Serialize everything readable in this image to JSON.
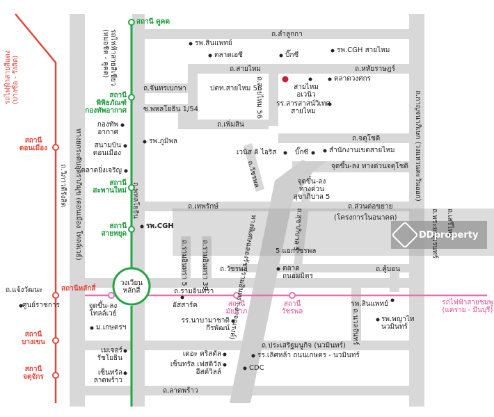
{
  "stations_green": [
    {
      "id": "kukot",
      "label": "สถานี คูคต"
    },
    {
      "id": "museum",
      "label": "สถานี\nพิพิธภัณฑ์\nกองทัพอากาศ"
    },
    {
      "id": "saphan_mai",
      "label": "สถานี\nสะพานใหม่"
    },
    {
      "id": "sai_yut",
      "label": "สถานี\nสายหยุด"
    },
    {
      "id": "lak_si",
      "label": "สถานีหลักสี่"
    }
  ],
  "stations_red": [
    {
      "id": "don_mueang",
      "label": "สถานี\nดอนเมือง"
    },
    {
      "id": "bang_khen",
      "label": "สถานี\nบางเขน"
    },
    {
      "id": "chatuchak",
      "label": "สถานี\nจตุจักร"
    }
  ],
  "stations_pink": [
    {
      "id": "mu_lak",
      "label": "สถานี\nมัยลาภ"
    },
    {
      "id": "wacharaphon",
      "label": "สถานี\nวัชรพล"
    }
  ],
  "lines": {
    "red_line": "รถไฟฟ้าสายสีแดง\n(บางซื่อ - รังสิต)",
    "green_line": "รถไฟฟ้าสายสีเขียว\n(หมอชิต - คูคต)",
    "pink_line": "รถไฟฟ้าสายชมพู\n(แคราย - มีนบุรี)"
  },
  "roads": {
    "lam_luk_ka": "ถ.ลำลูกกา",
    "sai_mai": "ถ.สายไหม",
    "hathai_rat": "ถ.หทัยราษฎร์",
    "chanthra": "ถ.จันทรเบกษา",
    "phahon_1_54": "ซ.พหลโยธิน 1/54",
    "sai_mai_56": "ถ.สายไหม 56",
    "phermsin": "ถ.เพิ่มสิน",
    "chotchai": "ถ.จตุโชติ",
    "jotchai_exit": "จุดขึ้น-ลง ทางด่วนจตุโชติ",
    "wacharaphon_road": "ถ.วัชรพล",
    "expressway_exit": "จุดขึ้น-ลง\nทางด่วน\nสุขาภิบาล 5",
    "thephaks": "ถ.เทพรักษ์",
    "extension": "ถ.ส่วนต่อขยาย",
    "project": "(โครงการในอนาคต)",
    "sukhaphiban_5": "ถ.สุขาภิบาล 5",
    "five_way": "5 แยกวัชรพล",
    "wacharaphon_2": "ถ.วัชรพล",
    "ram_inthra": "ถ.รามอินทรา",
    "ram_inthra_5": "ถ.รามอินทรา 5",
    "ram_inthra_39": "ถ.รามอินทรา 39",
    "khu_bon": "ถ.คู้บอน",
    "phahon_yothin": "ถ.พหลโยธิน",
    "wiphawadi": "ถ.วิภาวดีรังสิต",
    "don_mueang_tollway": "ทางยกระดับอุตราภิมุข (ดอนเมือง โทลล์เวย์)",
    "kanchana": "ทางพิเศษฉลองรัช (รามอินทรา-อาจณรงค์)",
    "kanchanaphisek": "ถ.กาญจนาภิเษก (วงแหวนตะวันออก)",
    "phraya_suren": "ถ.พระยาสุเรนทร์",
    "serithai": "ถ.เสรีไทย",
    "nuanchan": "ถ.นวลจันทร์",
    "pracharuam": "ถ.ประเสริฐมนูกิจ (นวมินทร์)",
    "lat_phrao": "ถ.ลาดพร้าว",
    "chaeng": "ถ.แจ้งวัฒนะ",
    "circle": "วงเวียน\nหลักสี่"
  },
  "places": {
    "sinphaet_1": "รพ.สินแพทย์",
    "talad_ease": "ตลาดเอซี",
    "big_c": "บิ๊กซี",
    "cgh_saimai": "รพ.CGH สายไหม",
    "pratham": "ปตท.สายไหม 56",
    "saimai_avenue": "สายไหม\nอเวนิว",
    "wong_sakorn": "ตลาดวงศกร",
    "satit": "รร.สารสาสน์วิเทศ\nสายไหม",
    "airforce": "กองทัพ\nอากาศ",
    "stadium": "สนามบิน\nดอนเมือง",
    "talad_yingcharoen": "ตลาดยิ่งเจริญ",
    "phumiphon": "รพ.ภูมิพล",
    "the_circle": "เวนิส ดิ ไอริส",
    "big_c2": "บิ๊กซี",
    "district": "สำนักงานเขตสายไหม",
    "cgh": "รพ.CGH",
    "talad_thanon": "ตลาด\nถนอมมิตร",
    "lotus": "ศูนย์ราชการ",
    "jotchai": "จุดขึ้น-ลง\nโทลล์เวย์",
    "kasetsart": "ม.เกษตรฯ",
    "major": "เมเจอร์\nรัชโยธิน",
    "central": "เซ็นทรัล\nลาดพร้าว",
    "asspark": "อัสสาร์ค",
    "navamin_sch": "รร.นาบามาชาติ\nกีรพัฒน์",
    "the_crystal": "เดอะ คริสตัล",
    "central_festival": "เซ็นทรัล เฟสติวัล\nอีสต์วิลล์",
    "cdc": "CDC",
    "triam": "รร.เลิศหล้า ถนนเกษตร - นวมินทร์",
    "sinphaet_2": "รพ.สินแพทย์",
    "phyathai": "รพ.พญาไท\nนวมินทร์"
  },
  "watermark": "DDproperty"
}
